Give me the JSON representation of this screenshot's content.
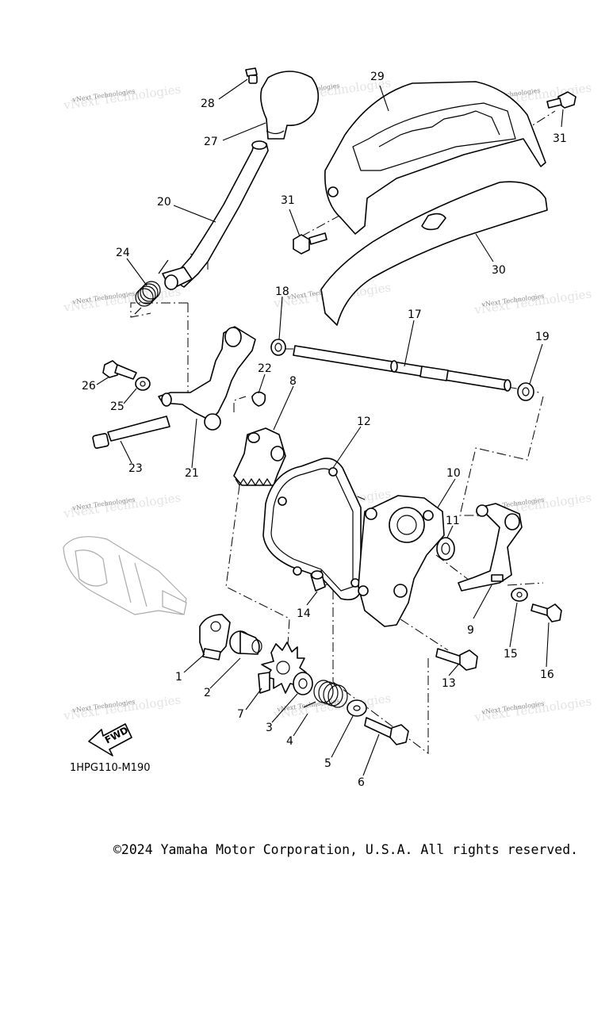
{
  "diagram": {
    "drawing_code": "1HPG110-M190",
    "fwd_label": "FWD",
    "watermark": "vNext Technologies",
    "callouts": [
      "1",
      "2",
      "3",
      "4",
      "5",
      "6",
      "7",
      "8",
      "9",
      "10",
      "11",
      "12",
      "13",
      "14",
      "15",
      "16",
      "17",
      "18",
      "19",
      "20",
      "21",
      "22",
      "23",
      "24",
      "25",
      "26",
      "27",
      "28",
      "29",
      "30",
      "31"
    ]
  },
  "footer": {
    "copyright": "©2024 Yamaha Motor Corporation, U.S.A. All rights reserved."
  }
}
